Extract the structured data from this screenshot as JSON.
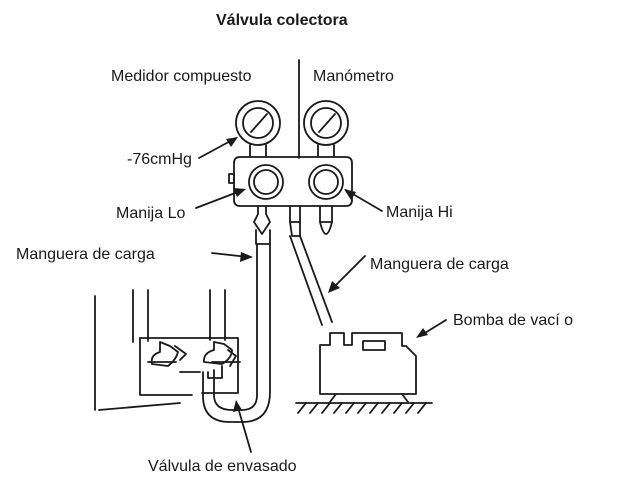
{
  "title": "Válvula colectora",
  "labels": {
    "compound_gauge": "Medidor compuesto",
    "pressure_gauge": "Manómetro",
    "vacuum_reading": "-76cmHg",
    "lo_handle": "Manija Lo",
    "hi_handle": "Manija Hi",
    "charge_hose_left": "Manguera de carga",
    "charge_hose_right": "Manguera de carga",
    "vacuum_pump": "Bomba de vací o",
    "service_valve": "Válvula de envasado"
  }
}
